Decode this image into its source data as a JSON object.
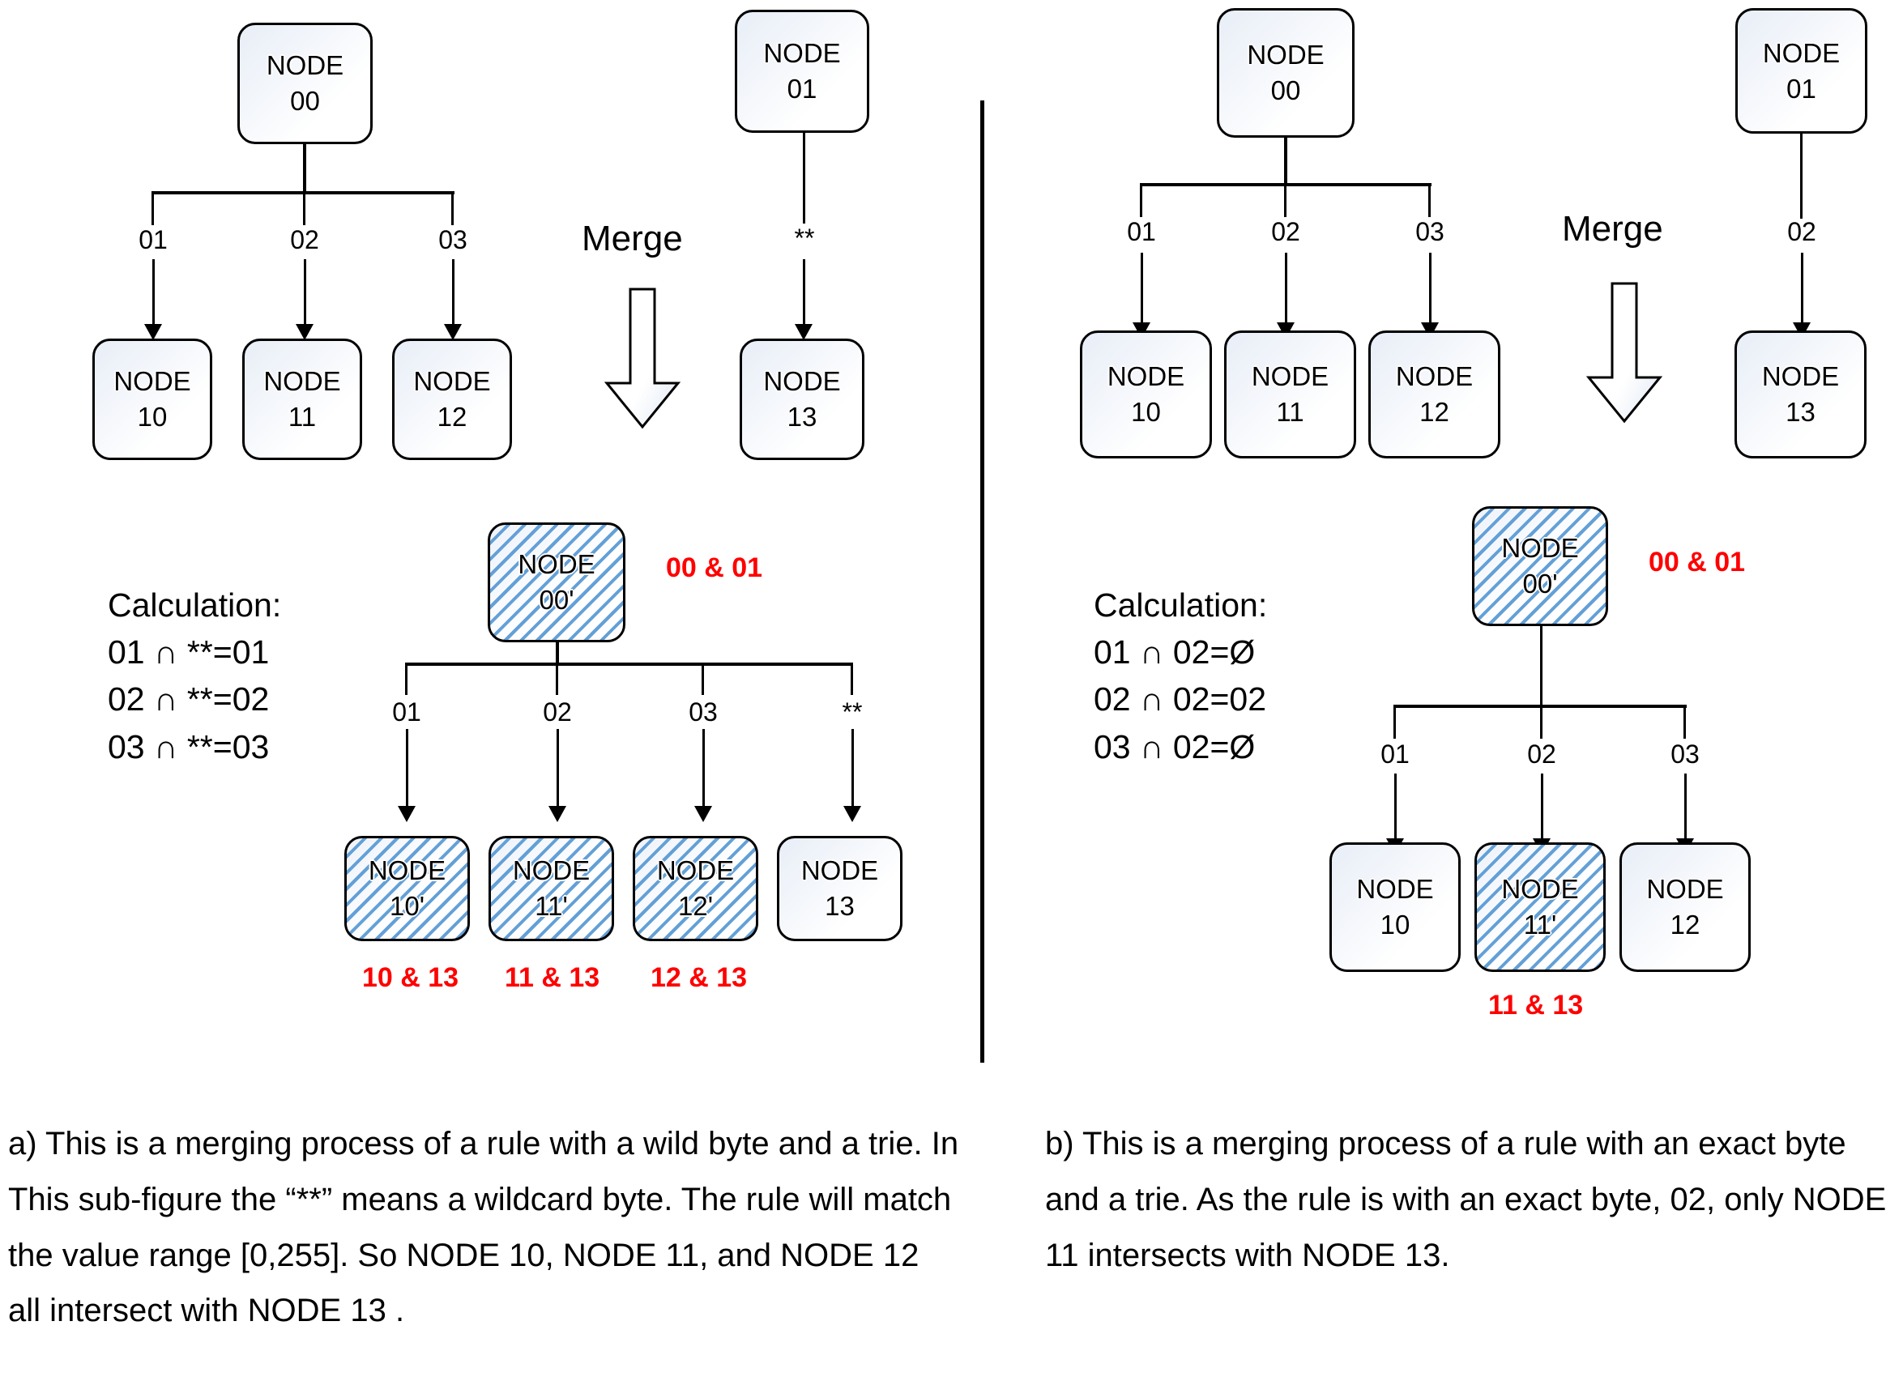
{
  "figure": {
    "panels": [
      {
        "id": "a",
        "merge_label": "Merge",
        "calculation_title": "Calculation:",
        "calculation_lines": [
          "01 ∩ **=01",
          "02 ∩ **=02",
          "03 ∩ **=03"
        ],
        "trie_root": {
          "line1": "NODE",
          "line2": "00"
        },
        "trie_edges": [
          "01",
          "02",
          "03"
        ],
        "trie_children": [
          {
            "line1": "NODE",
            "line2": "10"
          },
          {
            "line1": "NODE",
            "line2": "11"
          },
          {
            "line1": "NODE",
            "line2": "12"
          }
        ],
        "rule_root": {
          "line1": "NODE",
          "line2": "01"
        },
        "rule_edge": "**",
        "rule_child": {
          "line1": "NODE",
          "line2": "13"
        },
        "merged_root": {
          "line1": "NODE",
          "line2": "00'"
        },
        "merged_root_note": "00 & 01",
        "merged_edges": [
          "01",
          "02",
          "03",
          "**"
        ],
        "merged_children": [
          {
            "line1": "NODE",
            "line2": "10'",
            "hatched": true
          },
          {
            "line1": "NODE",
            "line2": "11'",
            "hatched": true
          },
          {
            "line1": "NODE",
            "line2": "12'",
            "hatched": true
          },
          {
            "line1": "NODE",
            "line2": "13",
            "hatched": false
          }
        ],
        "merged_child_notes": [
          "10 & 13",
          "11 & 13",
          "12 & 13"
        ],
        "caption": "a) This is a merging process of a rule with a wild byte and a trie. In This sub-figure the “**” means a wildcard byte. The rule will match the value range [0,255]. So NODE 10, NODE 11, and NODE 12 all intersect with NODE 13 ."
      },
      {
        "id": "b",
        "merge_label": "Merge",
        "calculation_title": "Calculation:",
        "calculation_lines": [
          "01 ∩ 02=Ø",
          "02 ∩ 02=02",
          "03 ∩ 02=Ø"
        ],
        "trie_root": {
          "line1": "NODE",
          "line2": "00"
        },
        "trie_edges": [
          "01",
          "02",
          "03"
        ],
        "trie_children": [
          {
            "line1": "NODE",
            "line2": "10"
          },
          {
            "line1": "NODE",
            "line2": "11"
          },
          {
            "line1": "NODE",
            "line2": "12"
          }
        ],
        "rule_root": {
          "line1": "NODE",
          "line2": "01"
        },
        "rule_edge": "02",
        "rule_child": {
          "line1": "NODE",
          "line2": "13"
        },
        "merged_root": {
          "line1": "NODE",
          "line2": "00'"
        },
        "merged_root_note": "00 & 01",
        "merged_edges": [
          "01",
          "02",
          "03"
        ],
        "merged_children": [
          {
            "line1": "NODE",
            "line2": "10",
            "hatched": false
          },
          {
            "line1": "NODE",
            "line2": "11'",
            "hatched": true
          },
          {
            "line1": "NODE",
            "line2": "12",
            "hatched": false
          }
        ],
        "merged_child_notes": [
          "11 & 13"
        ],
        "caption": "b) This is a merging process of a rule with an exact byte and a trie. As the rule is with an exact byte, 02, only NODE 11 intersects with NODE 13."
      }
    ],
    "colors": {
      "hatch": "#5B9BD5",
      "annotation_red": "#FF0000",
      "node_border": "#000000",
      "divider": "#000000"
    }
  }
}
